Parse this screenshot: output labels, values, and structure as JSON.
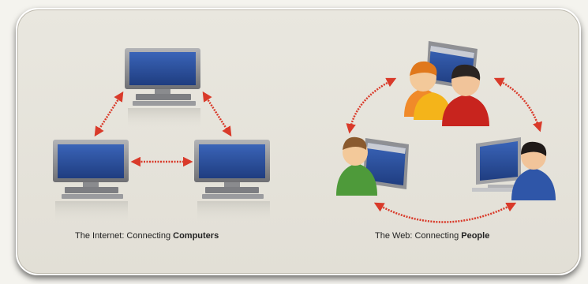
{
  "captions": {
    "internet": {
      "prefix": "The Internet: Connecting ",
      "emphasis": "Computers"
    },
    "web": {
      "prefix": "The Web: Connecting ",
      "emphasis": "People"
    }
  },
  "colors": {
    "card_background": "#e6e3da",
    "screen_blue": "#2b4f9c",
    "monitor_gray": "#8c8d90",
    "arrow_red": "#d93a2a",
    "person_orange": "#f08a2a",
    "person_yellow": "#f4b41a",
    "person_red": "#c8241e",
    "person_green": "#4e9a3a",
    "person_blue": "#2f56a8"
  },
  "icons": [
    "desktop-computer-icon",
    "bidirectional-arrow-icon",
    "person-icon",
    "browser-window-icon"
  ]
}
